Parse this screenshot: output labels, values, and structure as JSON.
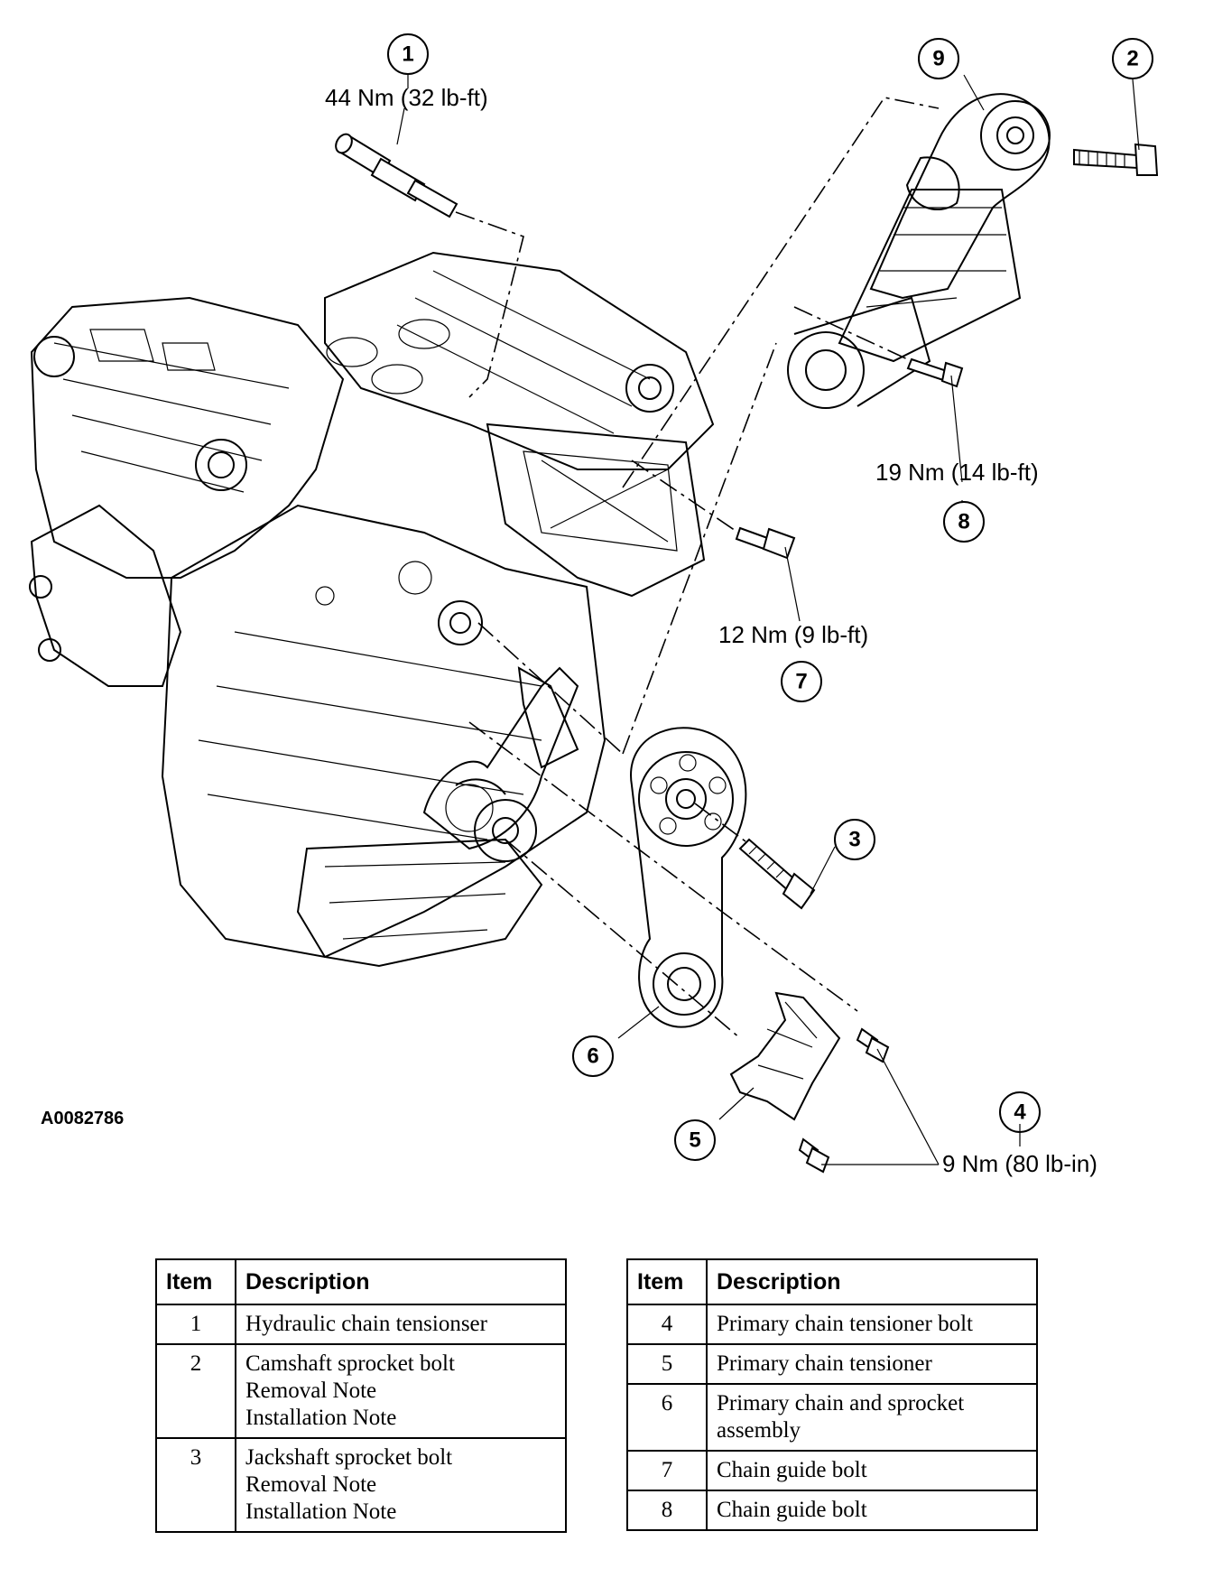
{
  "figure": {
    "id": "A0082786",
    "callouts": [
      {
        "num": "1",
        "torque": "44 Nm (32 lb-ft)"
      },
      {
        "num": "2",
        "torque": ""
      },
      {
        "num": "3",
        "torque": ""
      },
      {
        "num": "4",
        "torque": "9 Nm (80 lb-in)"
      },
      {
        "num": "5",
        "torque": ""
      },
      {
        "num": "6",
        "torque": ""
      },
      {
        "num": "7",
        "torque": "12 Nm (9 lb-ft)"
      },
      {
        "num": "8",
        "torque": "19 Nm (14 lb-ft)"
      },
      {
        "num": "9",
        "torque": ""
      }
    ]
  },
  "legend": {
    "header_item": "Item",
    "header_description": "Description",
    "left_rows": [
      {
        "item": "1",
        "lines": [
          "Hydraulic chain tensionser"
        ]
      },
      {
        "item": "2",
        "lines": [
          "Camshaft sprocket bolt",
          "Removal Note",
          "Installation Note"
        ]
      },
      {
        "item": "3",
        "lines": [
          "Jackshaft sprocket bolt",
          "Removal Note",
          "Installation Note"
        ]
      }
    ],
    "right_rows": [
      {
        "item": "4",
        "lines": [
          "Primary chain tensioner bolt"
        ]
      },
      {
        "item": "5",
        "lines": [
          "Primary chain tensioner"
        ]
      },
      {
        "item": "6",
        "lines": [
          "Primary chain and sprocket",
          "assembly"
        ]
      },
      {
        "item": "7",
        "lines": [
          "Chain guide bolt"
        ]
      },
      {
        "item": "8",
        "lines": [
          "Chain guide bolt"
        ]
      }
    ]
  }
}
